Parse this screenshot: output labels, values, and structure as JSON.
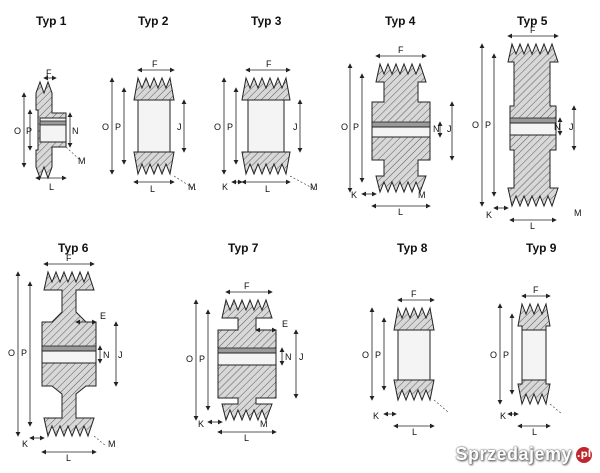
{
  "types": [
    {
      "title": "Typ 1",
      "labels": [
        "F",
        "O",
        "P",
        "N",
        "L",
        "M"
      ]
    },
    {
      "title": "Typ 2",
      "labels": [
        "F",
        "O",
        "P",
        "J",
        "L",
        "M"
      ]
    },
    {
      "title": "Typ 3",
      "labels": [
        "F",
        "O",
        "P",
        "J",
        "K",
        "L",
        "M"
      ]
    },
    {
      "title": "Typ 4",
      "labels": [
        "F",
        "O",
        "P",
        "N",
        "J",
        "K",
        "L",
        "M"
      ]
    },
    {
      "title": "Typ 5",
      "labels": [
        "F",
        "O",
        "P",
        "N",
        "J",
        "K",
        "L",
        "M"
      ]
    },
    {
      "title": "Typ 6",
      "labels": [
        "F",
        "O",
        "P",
        "E",
        "N",
        "J",
        "K",
        "L",
        "M"
      ]
    },
    {
      "title": "Typ 7",
      "labels": [
        "F",
        "O",
        "P",
        "E",
        "N",
        "J",
        "K",
        "L",
        "M"
      ]
    },
    {
      "title": "Typ 8",
      "labels": [
        "F",
        "O",
        "P",
        "K",
        "L"
      ]
    },
    {
      "title": "Typ 9",
      "labels": [
        "F",
        "O",
        "P",
        "K",
        "L"
      ]
    }
  ],
  "watermark": {
    "text": "Sprzedajemy",
    "badge": ".pl"
  }
}
